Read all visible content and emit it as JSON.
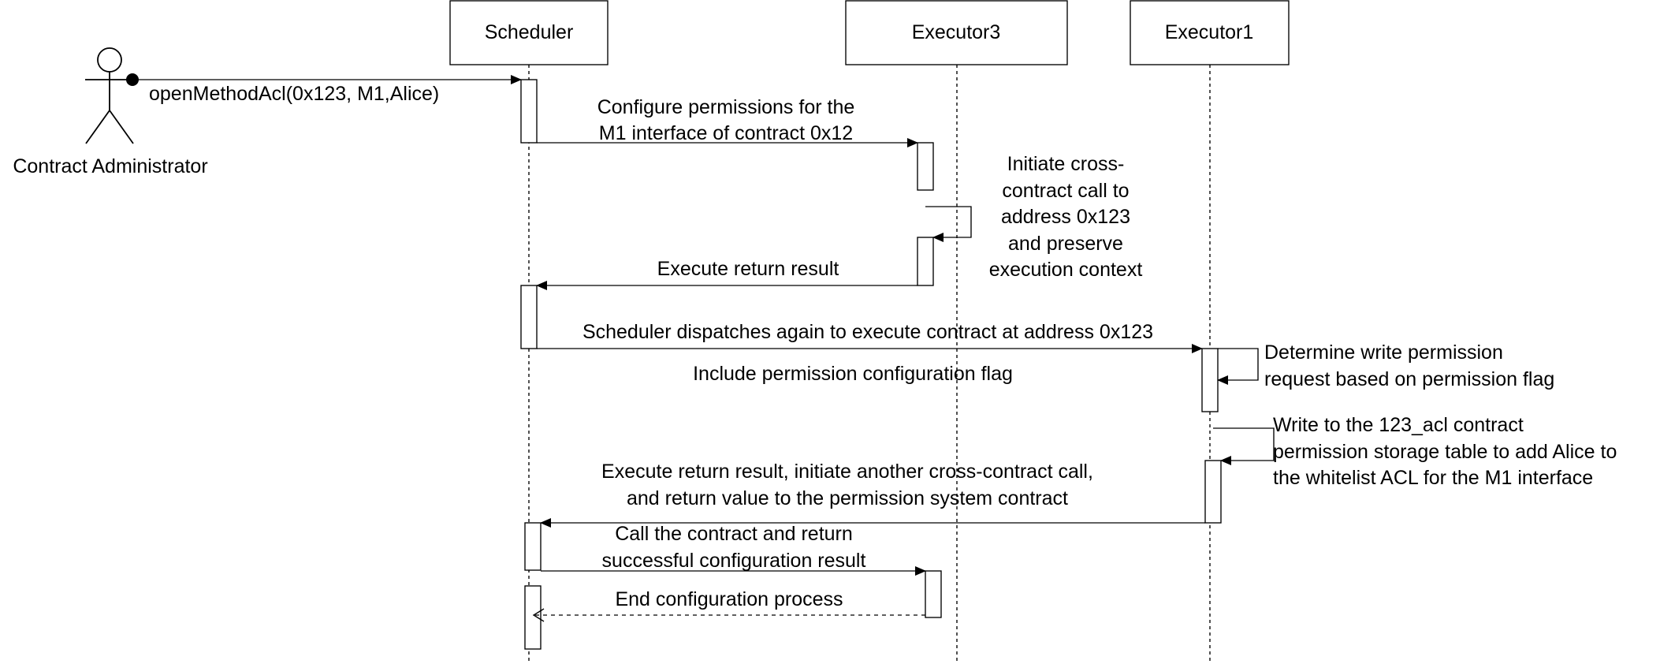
{
  "participants": {
    "scheduler": "Scheduler",
    "executor3": "Executor3",
    "executor1": "Executor1"
  },
  "actor": {
    "name": "Contract Administrator"
  },
  "messages": {
    "m1": "openMethodAcl(0x123, M1,Alice)",
    "m2_line1": "Configure permissions for the",
    "m2_line2": "M1 interface of contract 0x12",
    "m3_line1": "Initiate cross-",
    "m3_line2": "contract call to",
    "m3_line3": "address 0x123",
    "m3_line4": "and preserve",
    "m3_line5": "execution context",
    "m4": "Execute return result",
    "m5": "Scheduler dispatches again to execute contract at address 0x123",
    "m5_note": "Include permission configuration flag",
    "m6_line1": "Determine write permission",
    "m6_line2": "request based on permission flag",
    "m7_line1": "Write to the 123_acl contract",
    "m7_line2": "permission storage table to add Alice to",
    "m7_line3": "the whitelist ACL for the M1 interface",
    "m8_line1": "Execute return result, initiate another cross-contract call,",
    "m8_line2": "and return value to the permission system contract",
    "m9_line1": "Call the contract and return",
    "m9_line2": "successful configuration result",
    "m10": "End configuration process"
  }
}
